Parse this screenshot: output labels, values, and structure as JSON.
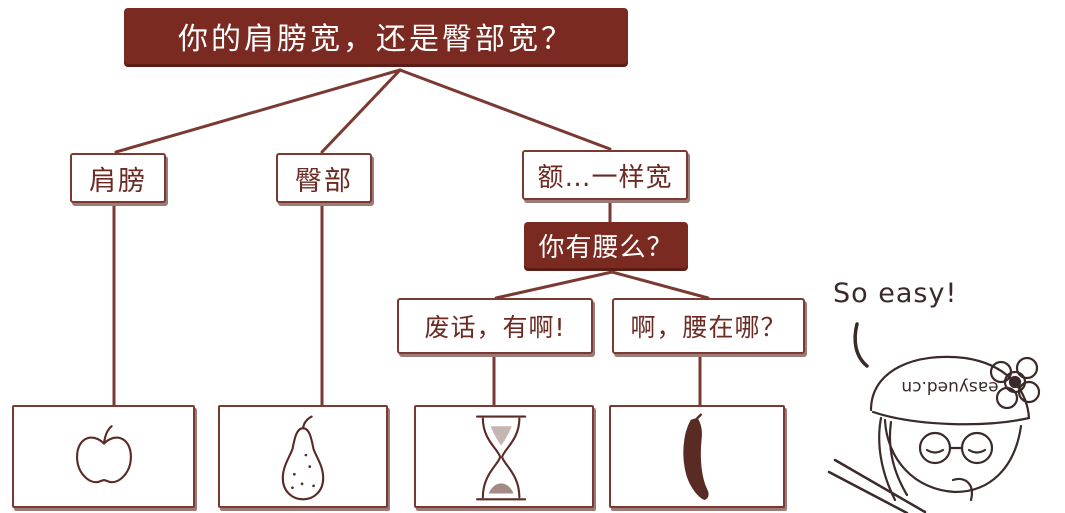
{
  "diagram": {
    "root": "你的肩膀宽，还是臀部宽？",
    "branch_shoulder": "肩膀",
    "branch_hip": "臀部",
    "branch_same": "额…一样宽",
    "question_waist": "你有腰么？",
    "answer_yes": "废话，有啊!",
    "answer_where": "啊，腰在哪？",
    "results": [
      {
        "shape": "apple-icon"
      },
      {
        "shape": "pear-icon"
      },
      {
        "shape": "hourglass-icon"
      },
      {
        "shape": "banana-icon"
      }
    ]
  },
  "mascot": {
    "speech": "So easy!",
    "cap_text": "easyued.cn"
  },
  "colors": {
    "dark_box": "#7a2a21",
    "line": "#7a3a32",
    "text": "#6b2a22"
  }
}
